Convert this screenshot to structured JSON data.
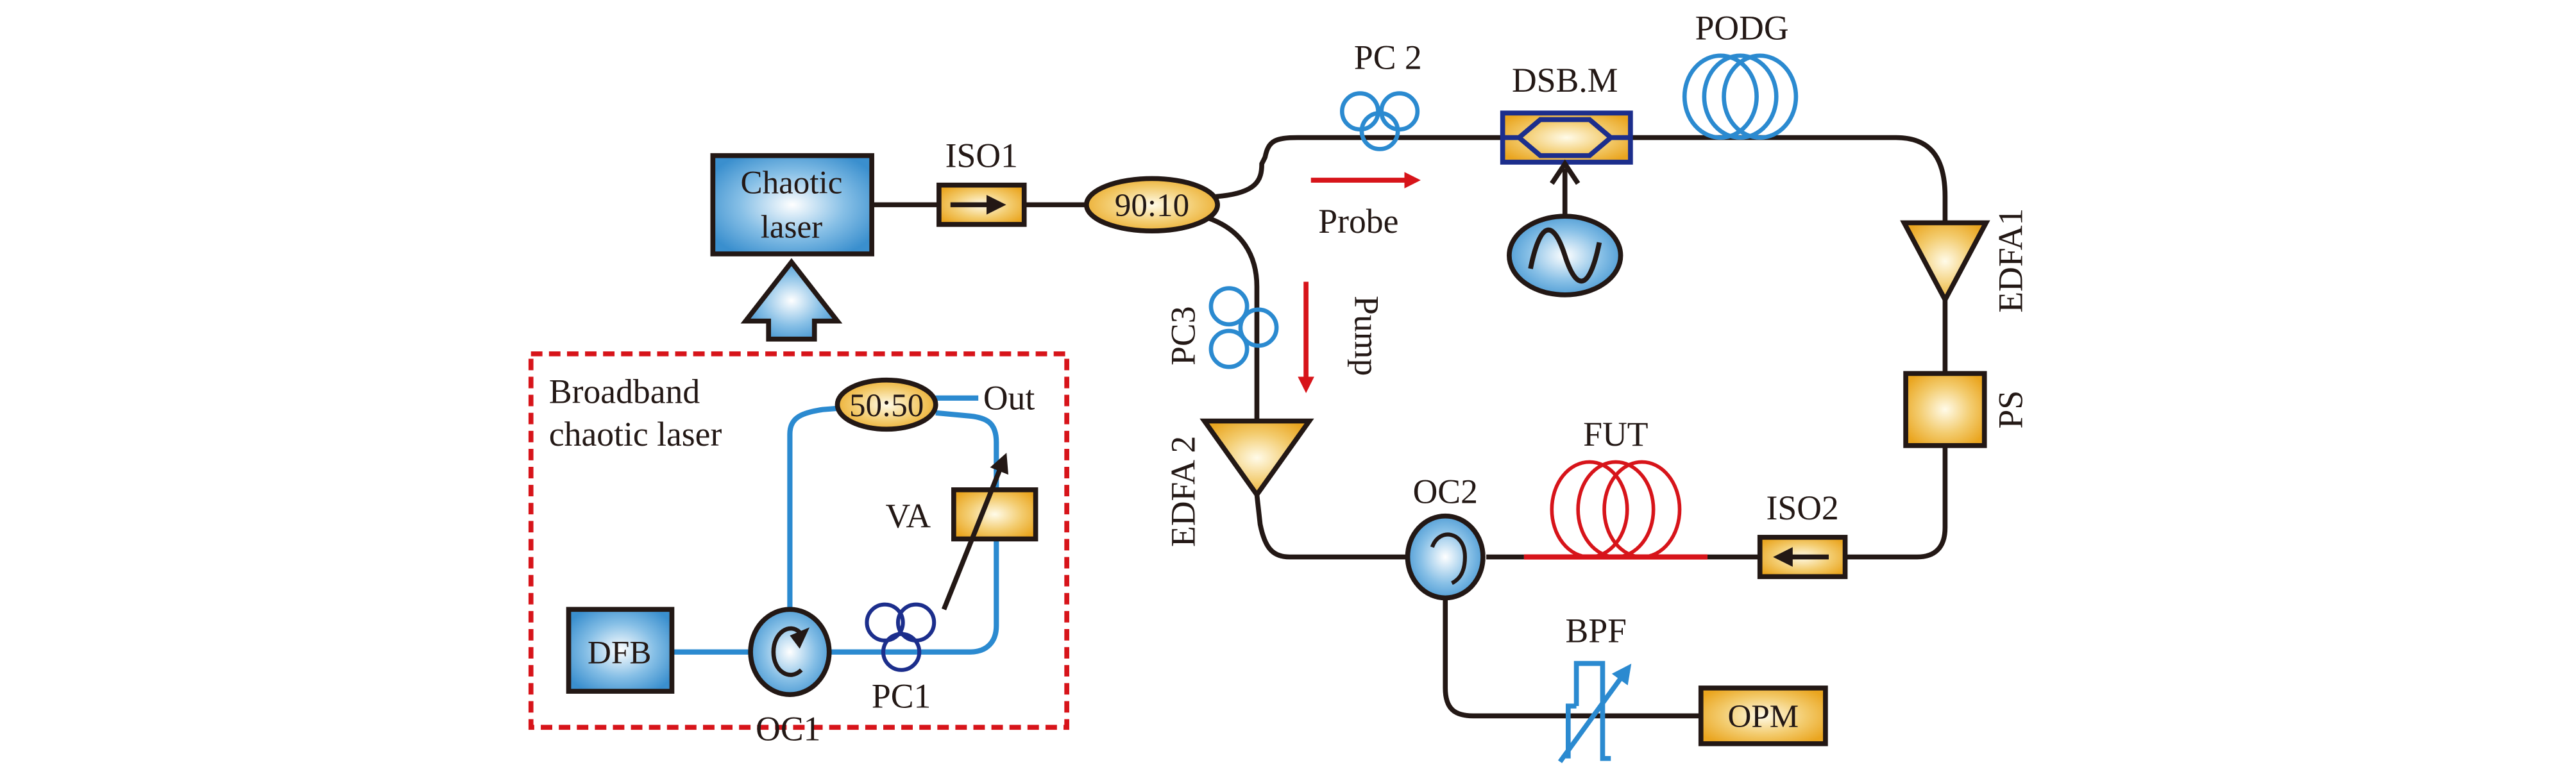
{
  "diagram": {
    "title": "Chaotic BOCDA experimental setup",
    "colors": {
      "fiber_black": "#231815",
      "fiber_blue": "#2b8ad0",
      "fut_red": "#d7141a",
      "arrow_red": "#d7141a",
      "device_orange": "#eaa51f",
      "device_blue": "#3a8fce",
      "coil_navy": "#1c2e8c",
      "dashed_box": "#d7141a"
    },
    "components": {
      "chaotic_laser": {
        "line1": "Chaotic",
        "line2": "laser"
      },
      "iso1": "ISO1",
      "coupler_90_10": "90:10",
      "pc2": "PC 2",
      "dsb_m": "DSB.M",
      "podg": "PODG",
      "edfa1": "EDFA1",
      "ps": "PS",
      "iso2": "ISO2",
      "fut": "FUT",
      "oc2": "OC2",
      "edfa2": "EDFA 2",
      "pc3": "PC3",
      "bpf": "BPF",
      "opm": "OPM",
      "probe": "Probe",
      "pump": "Pump"
    },
    "inset": {
      "title_line1": "Broadband",
      "title_line2": "chaotic laser",
      "dfb": "DFB",
      "oc1": "OC1",
      "pc1": "PC1",
      "va": "VA",
      "coupler_50_50": "50:50",
      "out": "Out"
    }
  }
}
